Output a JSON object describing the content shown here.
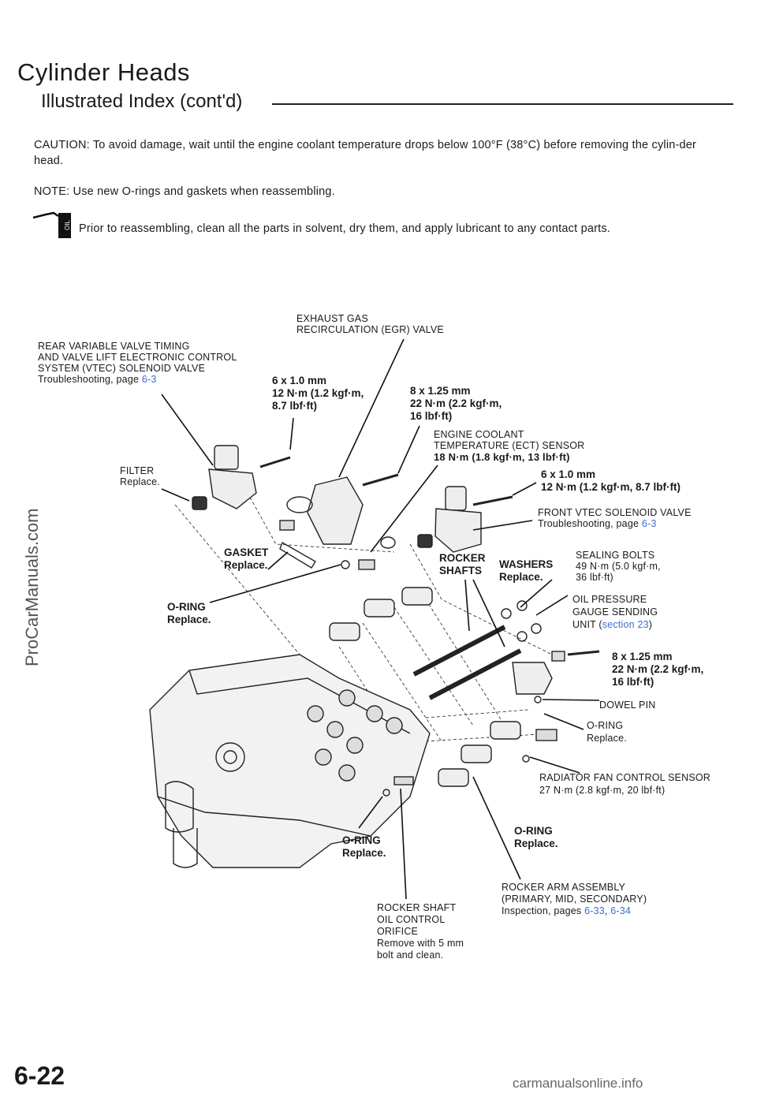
{
  "header": {
    "title": "Cylinder Heads",
    "subtitle": "Illustrated Index (cont'd)"
  },
  "notes": {
    "caution": "CAUTION: To avoid damage, wait until the engine coolant temperature drops below 100°F (38°C) before removing the cylin-der head.",
    "note": "NOTE: Use new O-rings and gaskets when reassembling.",
    "oil_tip": "Prior to reassembling, clean all the parts in solvent, dry them, and apply lubricant to any contact parts.",
    "oil_icon_text": "OIL"
  },
  "labels": {
    "egr_1": "EXHAUST GAS",
    "egr_2": "RECIRCULATION (EGR) VALVE",
    "rear_vtec_1": "REAR VARIABLE VALVE TIMING",
    "rear_vtec_2": "AND VALVE LIFT ELECTRONIC CONTROL",
    "rear_vtec_3": "SYSTEM (VTEC) SOLENOID VALVE",
    "rear_vtec_ts": "Troubleshooting, page ",
    "rear_vtec_ref": "6-3",
    "torque_a1": "6 x 1.0 mm",
    "torque_a2": "12 N·m (1.2 kgf·m,",
    "torque_a3": "8.7 lbf·ft)",
    "torque_b1": "8 x 1.25 mm",
    "torque_b2": "22 N·m (2.2 kgf·m,",
    "torque_b3": "16 lbf·ft)",
    "ect_1": "ENGINE COOLANT",
    "ect_2": "TEMPERATURE (ECT) SENSOR",
    "ect_3": "18 N·m (1.8 kgf·m, 13 lbf·ft)",
    "torque_c1": "6 x 1.0 mm",
    "torque_c2": "12 N·m (1.2 kgf·m, 8.7 lbf·ft)",
    "filter_1": "FILTER",
    "filter_2": "Replace.",
    "front_vtec_1": "FRONT VTEC SOLENOID VALVE",
    "front_vtec_ts": "Troubleshooting, page ",
    "front_vtec_ref": "6-3",
    "gasket_1": "GASKET",
    "gasket_2": "Replace.",
    "rocker_shafts_1": "ROCKER",
    "rocker_shafts_2": "SHAFTS",
    "washers_1": "WASHERS",
    "washers_2": "Replace.",
    "sealing_1": "SEALING BOLTS",
    "sealing_2": "49 N·m (5.0 kgf·m,",
    "sealing_3": "36 lbf·ft)",
    "oring_left_1": "O-RING",
    "oring_left_2": "Replace.",
    "oil_press_1": "OIL PRESSURE",
    "oil_press_2": "GAUGE SENDING",
    "oil_press_3": "UNIT (",
    "oil_press_ref": "section 23",
    "oil_press_4": ")",
    "torque_d1": "8 x 1.25 mm",
    "torque_d2": "22 N·m (2.2 kgf·m,",
    "torque_d3": "16 lbf·ft)",
    "dowel": "DOWEL PIN",
    "oring_right_1": "O-RING",
    "oring_right_2": "Replace.",
    "rad_fan_1": "RADIATOR FAN CONTROL SENSOR",
    "rad_fan_2": "27 N·m (2.8 kgf·m, 20 lbf·ft)",
    "oring_bot1_1": "O-RING",
    "oring_bot1_2": "Replace.",
    "oring_bot2_1": "O-RING",
    "oring_bot2_2": "Replace.",
    "rocker_arm_1": "ROCKER ARM ASSEMBLY",
    "rocker_arm_2": "(PRIMARY, MID, SECONDARY)",
    "rocker_arm_3": "Inspection, pages ",
    "rocker_arm_ref1": "6-33",
    "rocker_arm_sep": ", ",
    "rocker_arm_ref2": "6-34",
    "orifice_1": "ROCKER SHAFT",
    "orifice_2": "OIL CONTROL",
    "orifice_3": "ORIFICE",
    "orifice_4": "Remove with 5 mm",
    "orifice_5": "bolt and clean."
  },
  "page": {
    "number": "6-22",
    "watermark": "ProCarManuals.com",
    "footer": "carmanualsonline.info"
  },
  "colors": {
    "link": "#3a6fd0",
    "ink": "#1a1a1a"
  }
}
